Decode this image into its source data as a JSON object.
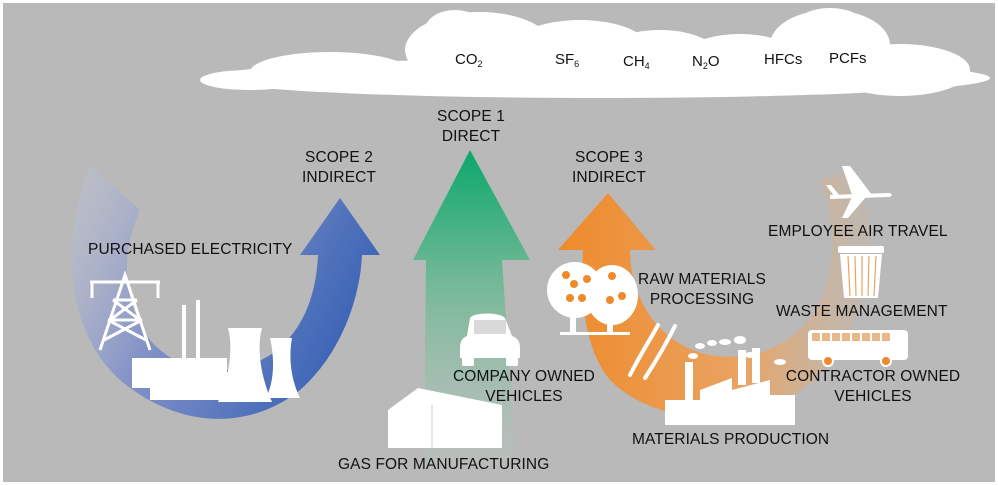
{
  "greenhouse_gases": [
    {
      "base": "CO",
      "sub": "2"
    },
    {
      "base": "SF",
      "sub": "6"
    },
    {
      "base": "CH",
      "sub": "4"
    },
    {
      "base": "N",
      "sub": "2",
      "suffix": "O"
    },
    {
      "base": "HFCs",
      "sub": ""
    },
    {
      "base": "PCFs",
      "sub": ""
    }
  ],
  "scopes": {
    "scope1": {
      "line1": "SCOPE 1",
      "line2": "DIRECT",
      "color": "#1aa874"
    },
    "scope2": {
      "line1": "SCOPE 2",
      "line2": "INDIRECT",
      "color": "#3f67b8"
    },
    "scope3": {
      "line1": "SCOPE 3",
      "line2": "INDIRECT",
      "color": "#ee8a2a"
    }
  },
  "sources": {
    "purchased_electricity": "PURCHASED ELECTRICITY",
    "company_vehicles": {
      "line1": "COMPANY OWNED",
      "line2": "VEHICLES"
    },
    "gas_manufacturing": "GAS FOR MANUFACTURING",
    "raw_materials": {
      "line1": "RAW MATERIALS",
      "line2": "PROCESSING"
    },
    "materials_production": "MATERIALS PRODUCTION",
    "employee_air_travel": "EMPLOYEE AIR TRAVEL",
    "waste_management": "WASTE MANAGEMENT",
    "contractor_vehicles": {
      "line1": "CONTRACTOR OWNED",
      "line2": "VEHICLES"
    }
  },
  "colors": {
    "background": "#b9b9b9",
    "cloud": "#ffffff",
    "icon": "#ffffff"
  }
}
